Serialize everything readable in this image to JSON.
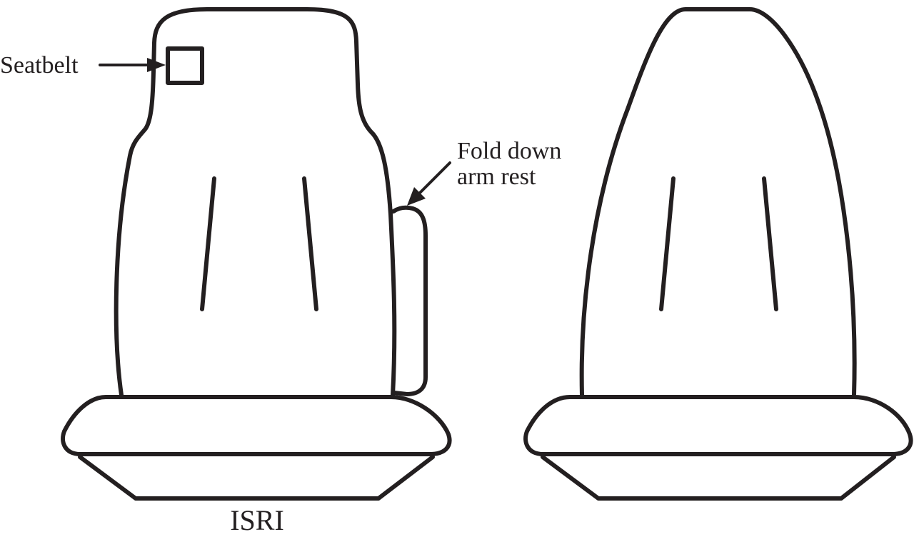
{
  "labels": {
    "seatbelt": "Seatbelt",
    "armrest_line1": "Fold down",
    "armrest_line2": "arm rest",
    "left_seat_caption": "ISRI"
  },
  "colors": {
    "line": "#231f20",
    "background": "#ffffff"
  }
}
